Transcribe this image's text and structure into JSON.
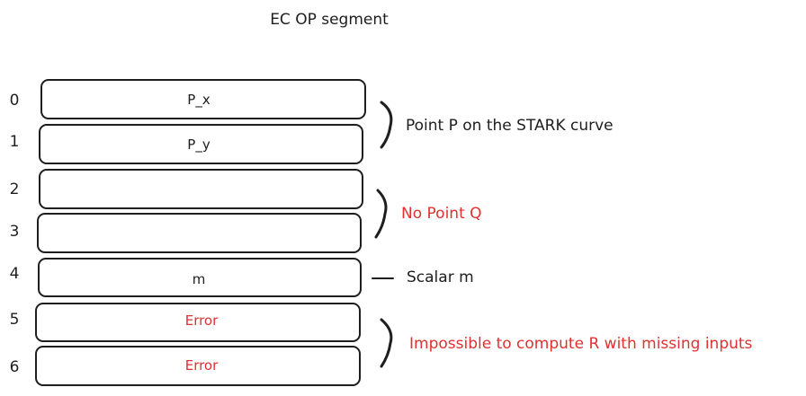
{
  "title": "EC OP segment",
  "cells": [
    {
      "index": "0",
      "text": "P_x",
      "error": false
    },
    {
      "index": "1",
      "text": "P_y",
      "error": false
    },
    {
      "index": "2",
      "text": "",
      "error": false
    },
    {
      "index": "3",
      "text": "",
      "error": false
    },
    {
      "index": "4",
      "text": "m",
      "error": false
    },
    {
      "index": "5",
      "text": "Error",
      "error": true
    },
    {
      "index": "6",
      "text": "Error",
      "error": true
    }
  ],
  "annotations": {
    "point_p": "Point P on the STARK curve",
    "no_point_q": "No Point Q",
    "scalar_m": "Scalar m",
    "impossible": "Impossible to compute R with missing inputs"
  },
  "colors": {
    "ink": "#1e1e1e",
    "error": "#e03131"
  }
}
